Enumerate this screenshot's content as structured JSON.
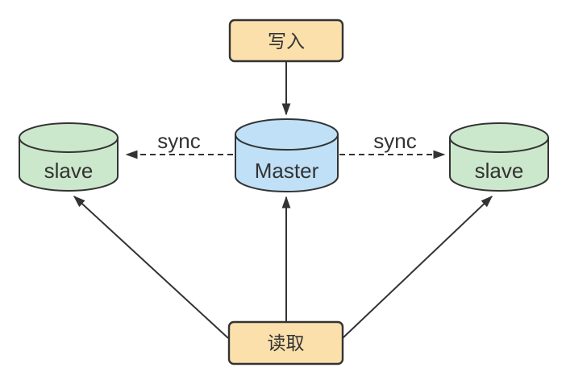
{
  "diagram": {
    "background": "#FFFFFF",
    "stroke_color": "#333333",
    "text_color": "#333333"
  },
  "nodes": {
    "write": {
      "label": "写入",
      "shape": "rounded-rect",
      "fill": "#FBE0AC"
    },
    "master": {
      "label": "Master",
      "shape": "cylinder",
      "fill": "#BFE0F7"
    },
    "slave_left": {
      "label": "slave",
      "shape": "cylinder",
      "fill": "#CCE8CC"
    },
    "slave_right": {
      "label": "slave",
      "shape": "cylinder",
      "fill": "#CCE8CC"
    },
    "read": {
      "label": "读取",
      "shape": "rounded-rect",
      "fill": "#FBE0AC"
    }
  },
  "edges": {
    "write_to_master": {
      "from": "write",
      "to": "master",
      "style": "solid",
      "label": ""
    },
    "master_to_slave_left": {
      "from": "master",
      "to": "slave_left",
      "style": "dashed",
      "label": "sync"
    },
    "master_to_slave_right": {
      "from": "master",
      "to": "slave_right",
      "style": "dashed",
      "label": "sync"
    },
    "read_to_master": {
      "from": "read",
      "to": "master",
      "style": "solid",
      "label": ""
    },
    "read_to_slave_left": {
      "from": "read",
      "to": "slave_left",
      "style": "solid",
      "label": ""
    },
    "read_to_slave_right": {
      "from": "read",
      "to": "slave_right",
      "style": "solid",
      "label": ""
    }
  }
}
